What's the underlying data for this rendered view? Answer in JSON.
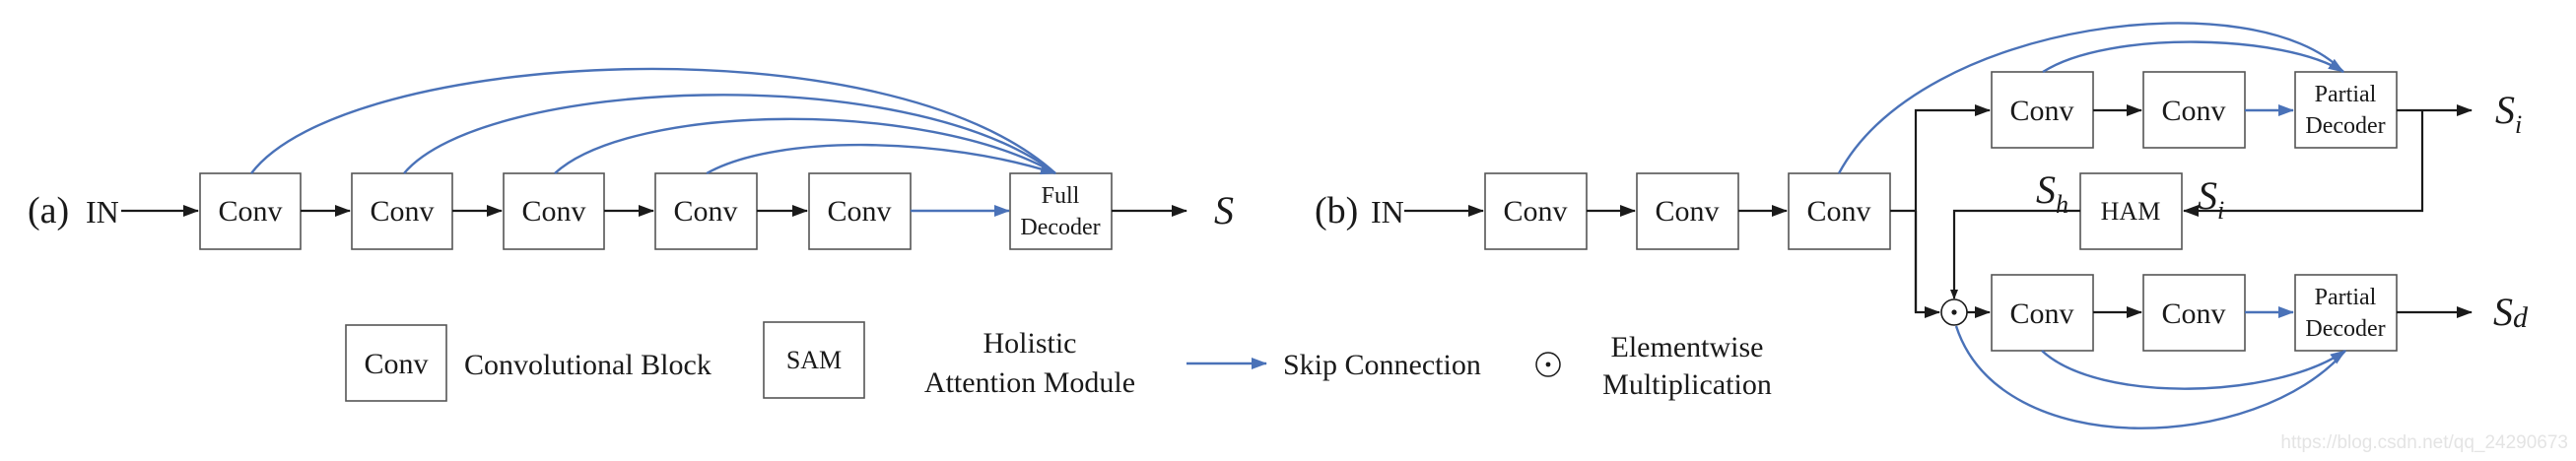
{
  "figure": {
    "colors": {
      "skip_connection": "#4a72b8",
      "flow_arrow": "#1a1a1a",
      "box_border": "#555555",
      "watermark": "#e4e4e4"
    },
    "panel_a": {
      "label": "(a)",
      "input": "IN",
      "blocks": [
        "Conv",
        "Conv",
        "Conv",
        "Conv",
        "Conv"
      ],
      "decoder": {
        "line1": "Full",
        "line2": "Decoder"
      },
      "output": "S"
    },
    "panel_b": {
      "label": "(b)",
      "input": "IN",
      "shared_blocks": [
        "Conv",
        "Conv",
        "Conv"
      ],
      "top_branch": {
        "blocks": [
          "Conv",
          "Conv"
        ],
        "decoder": {
          "line1": "Partial",
          "line2": "Decoder"
        },
        "output": {
          "main": "S",
          "sub": "i"
        }
      },
      "ham": {
        "label": "HAM",
        "input": {
          "main": "S",
          "sub": "i"
        },
        "output": {
          "main": "S",
          "sub": "h"
        }
      },
      "bottom_branch": {
        "operator": "⊙",
        "blocks": [
          "Conv",
          "Conv"
        ],
        "decoder": {
          "line1": "Partial",
          "line2": "Decoder"
        },
        "output": {
          "main": "S",
          "sub": "d"
        }
      }
    },
    "legend": {
      "conv_box": "Conv",
      "conv_desc": "Convolutional Block",
      "sam_box": "SAM",
      "sam_desc_line1": "Holistic",
      "sam_desc_line2": "Attention Module",
      "skip_desc": "Skip Connection",
      "mult_symbol": "⊙",
      "mult_desc_line1": "Elementwise",
      "mult_desc_line2": "Multiplication"
    },
    "watermark": "https://blog.csdn.net/qq_24290673"
  }
}
